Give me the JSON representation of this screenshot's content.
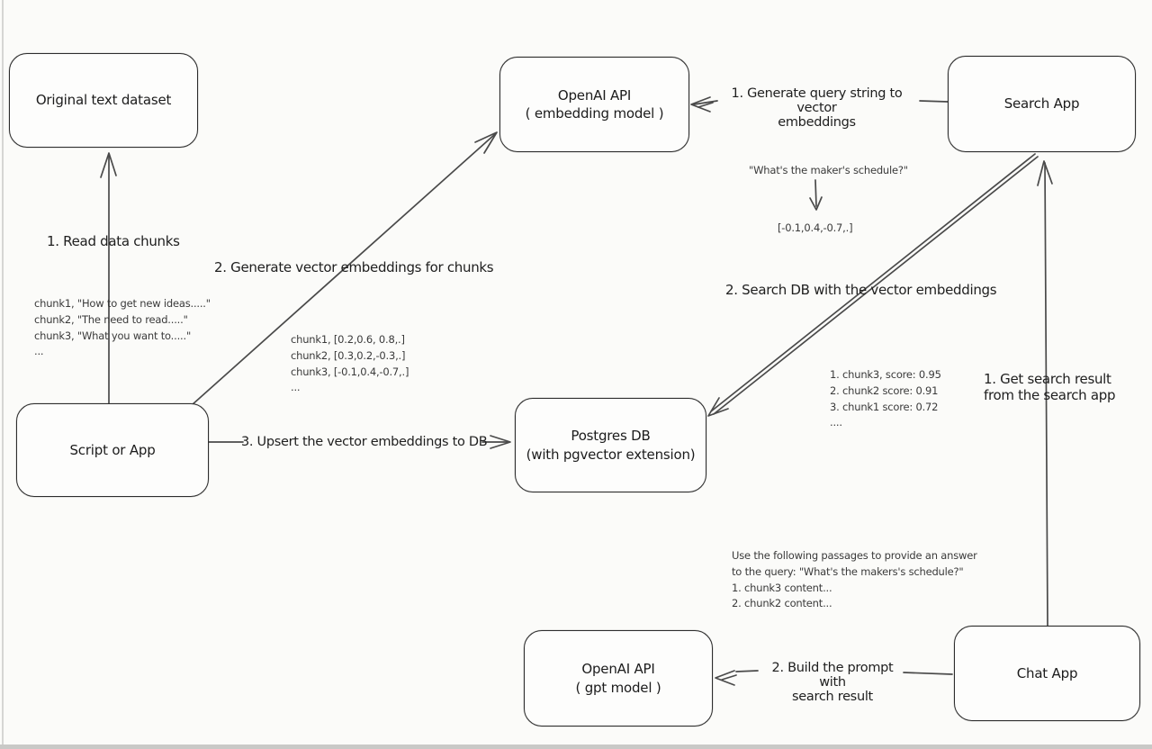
{
  "colors": {
    "background": "#fbfbf9",
    "node_stroke": "#2d2d2d",
    "arrow_stroke": "#4a4a4a",
    "label_text": "#202020",
    "annotation_text": "#3a3a3a"
  },
  "boxes": {
    "original_dataset": {
      "label": "Original text dataset"
    },
    "openai_embedding": {
      "line1": "OpenAI API",
      "line2": "( embedding model )"
    },
    "search_app": {
      "label": "Search App"
    },
    "script_app": {
      "label": "Script or App"
    },
    "postgres": {
      "line1": "Postgres DB",
      "line2": "(with pgvector extension)"
    },
    "openai_gpt": {
      "line1": "OpenAI API",
      "line2": "( gpt model )"
    },
    "chat_app": {
      "label": "Chat App"
    }
  },
  "edge_labels": {
    "read_chunks": "1. Read data chunks",
    "gen_embeddings": "2. Generate vector embeddings for chunks",
    "upsert": "3. Upsert the vector embeddings  to DB",
    "gen_query_line1": "1. Generate query string to vector",
    "gen_query_line2": "embeddings",
    "search_db": "2. Search DB with the vector embeddings",
    "get_result_line1": "1. Get search result",
    "get_result_line2": "from the search app",
    "build_prompt_line1": "2. Build the prompt with",
    "build_prompt_line2": "search result"
  },
  "annotations": {
    "chunks": [
      "chunk1, \"How to get new ideas.....\"",
      "chunk2, \"The need to read.....\"",
      "chunk3, \"What you want to.....\"",
      "..."
    ],
    "vectors": [
      "chunk1, [0.2,0.6, 0.8,.]",
      "chunk2, [0.3,0.2,-0.3,.]",
      "chunk3, [-0.1,0.4,-0.7,.]",
      "..."
    ],
    "query": "\"What's the maker's schedule?\"",
    "query_vector": "[-0.1,0.4,-0.7,.]",
    "scores": [
      "1. chunk3, score: 0.95",
      "2. chunk2 score: 0.91",
      "3. chunk1 score: 0.72",
      "...."
    ],
    "prompt": [
      "Use the following passages to provide an answer",
      "to the query: \"What's the makers's schedule?\"",
      "1. chunk3 content...",
      "2. chunk2 content..."
    ]
  }
}
